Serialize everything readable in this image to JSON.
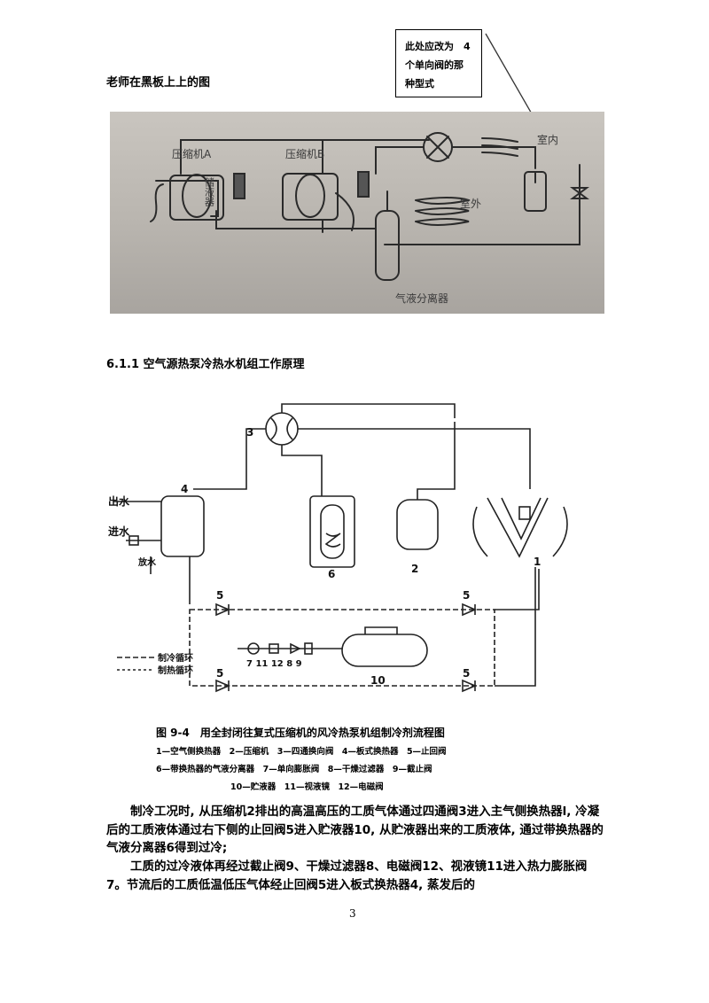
{
  "callout": {
    "lines": [
      "此处应改为　4",
      "个单向阀的那",
      "种型式"
    ]
  },
  "photo": {
    "caption": "老师在黑板上上的图",
    "labels": {
      "compressor_a": "压缩机A",
      "compressor_b": "压缩机B",
      "reservoir": "储液器",
      "indoor": "室内",
      "outdoor": "室外",
      "separator": "气液分离器"
    }
  },
  "section": {
    "title": "6.1.1  空气源热泵冷热水机组工作原理"
  },
  "figure": {
    "labels": {
      "outlet": "出水",
      "inlet": "进水",
      "drain": "放水",
      "drain2": "",
      "n1": "1",
      "n2": "2",
      "n3": "3",
      "n4": "4",
      "n5a": "5",
      "n5b": "5",
      "n5c": "5",
      "n5d": "5",
      "n6": "6",
      "n10": "10",
      "row": "7 11 12 8  9",
      "legend_cool": "制冷循环",
      "legend_heat": "制热循环"
    },
    "caption": "图 9-4　用全封闭往复式压缩机的风冷热泵机组制冷剂流程图",
    "legend_rows": [
      "1—空气侧换热器　2—压缩机　3—四通换向阀　4—板式换热器　5—止回阀",
      "6—带换热器的气液分离器　7—单向膨胀阀　8—干燥过滤器　9—截止阀",
      "10—贮液器　11—视液镜　12—电磁阀"
    ]
  },
  "paragraphs": {
    "p1": "制冷工况时, 从压缩机2排出的高温高压的工质气体通过四通阀3进入主气侧换热器l, 冷凝后的工质液体通过右下侧的止回阀5进入贮液器10, 从贮液器出来的工质液体, 通过带换热器的气液分离器6得到过冷;",
    "p2": "工质的过冷液体再经过截止阀9、干燥过滤器8、电磁阀12、视液镜11进入热力膨胀阀7。节流后的工质低温低压气体经止回阀5进入板式换热器4, 蒸发后的"
  },
  "page_number": "3"
}
